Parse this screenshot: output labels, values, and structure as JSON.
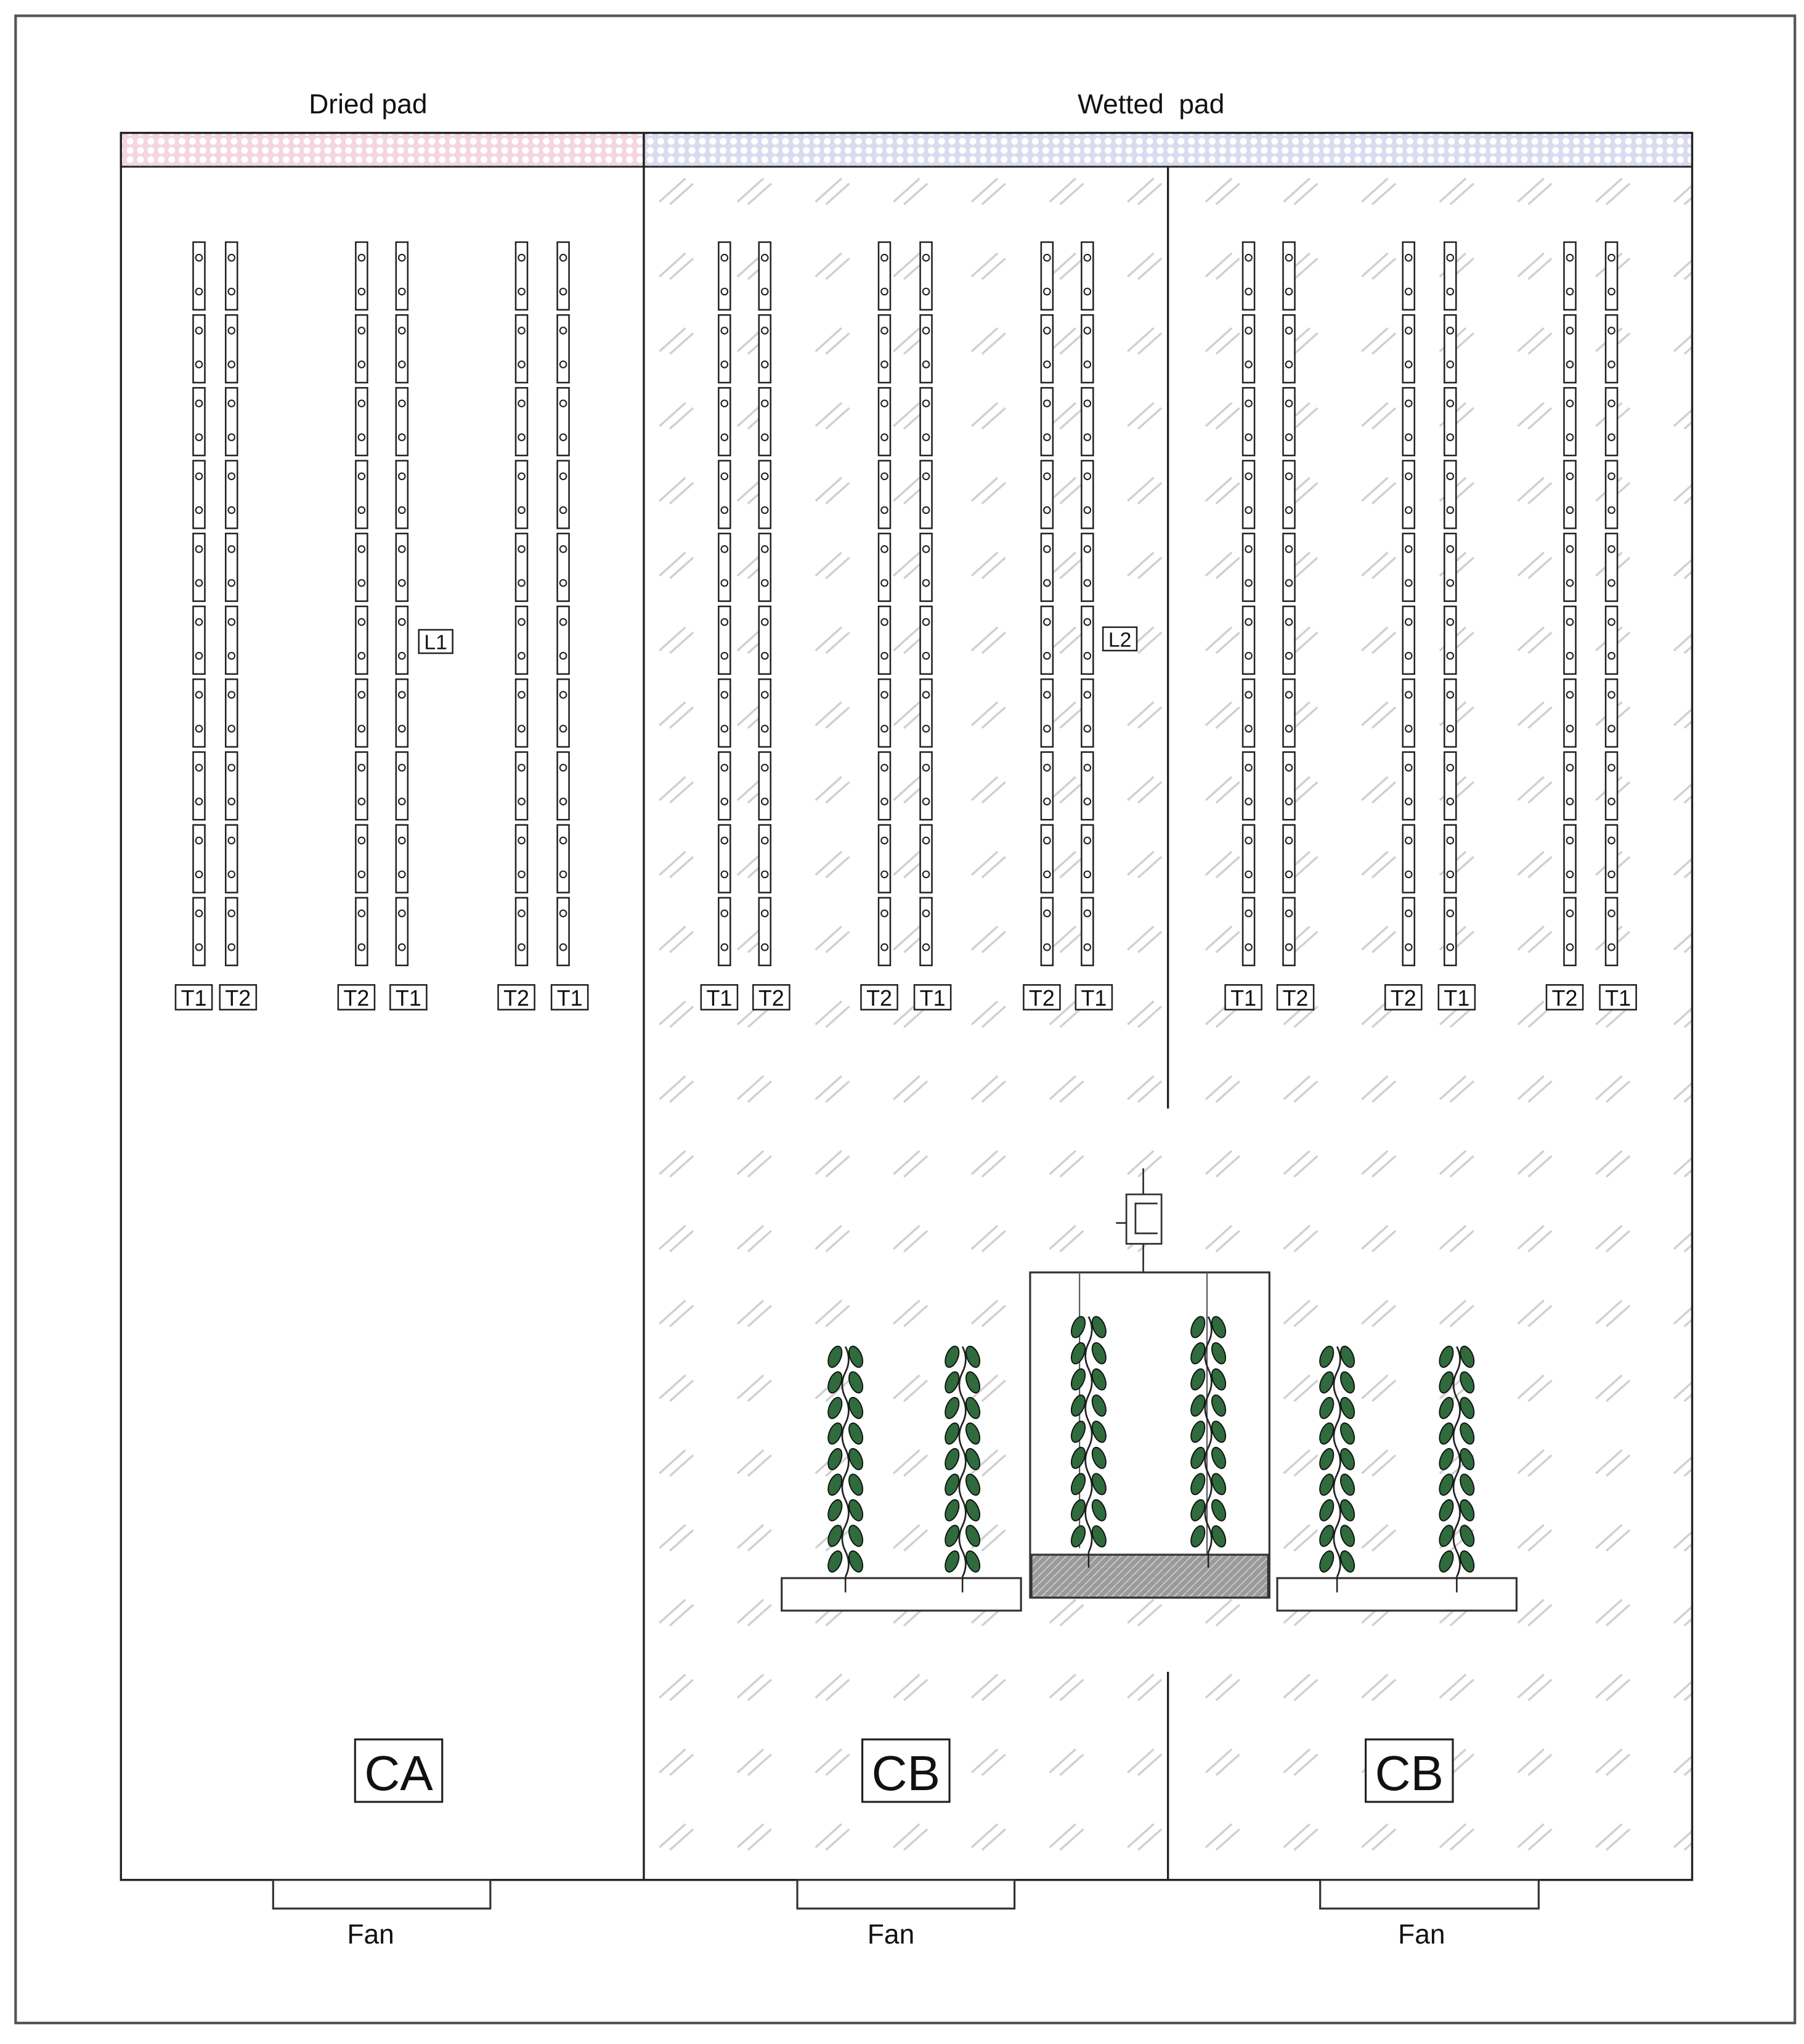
{
  "labels": {
    "dried_pad": "Dried pad",
    "wetted_pad": "Wetted  pad",
    "sensor_l1": "L1",
    "sensor_l2": "L2",
    "compartment_a": "CA",
    "compartment_b_left": "CB",
    "compartment_b_right": "CB",
    "fan_1": "Fan",
    "fan_2": "Fan",
    "fan_3": "Fan"
  },
  "rail_pairs": [
    [
      "T1",
      "T2"
    ],
    [
      "T2",
      "T1"
    ],
    [
      "T2",
      "T1"
    ],
    [
      "T1",
      "T2"
    ],
    [
      "T2",
      "T1"
    ],
    [
      "T2",
      "T1"
    ],
    [
      "T1",
      "T2"
    ],
    [
      "T2",
      "T1"
    ],
    [
      "T2",
      "T1"
    ]
  ],
  "colors": {
    "dried_pad": "#f3d6de",
    "wetted_pad": "#d9dcef",
    "leaf": "#2f6b3c",
    "hatch": "#cfcfcf",
    "base": "#9a9a9a"
  }
}
